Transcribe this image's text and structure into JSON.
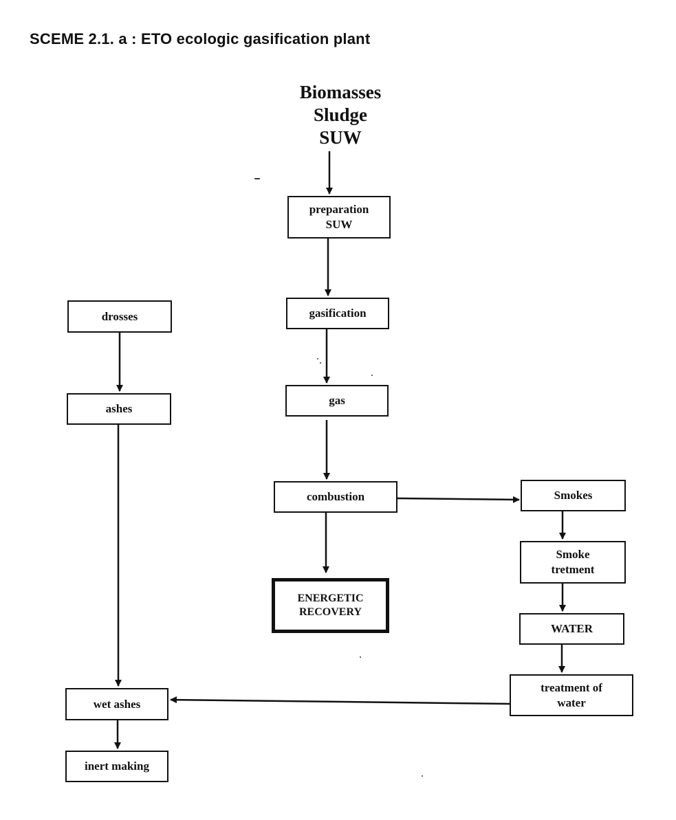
{
  "title": "SCEME 2.1. a : ETO ecologic gasification plant",
  "input": {
    "lines": [
      "Biomasses",
      "Sludge",
      "SUW"
    ]
  },
  "nodes": {
    "preparation": {
      "lines": [
        "preparation",
        "SUW"
      ]
    },
    "gasification": {
      "lines": [
        "gasification"
      ]
    },
    "gas": {
      "lines": [
        "gas"
      ]
    },
    "combustion": {
      "lines": [
        "combustion"
      ]
    },
    "energetic_recovery": {
      "lines": [
        "ENERGETIC",
        "RECOVERY"
      ]
    },
    "smokes": {
      "lines": [
        "Smokes"
      ]
    },
    "smoke_treatment": {
      "lines": [
        "Smoke",
        "tretment"
      ]
    },
    "water": {
      "lines": [
        "WATER"
      ]
    },
    "treatment_of_water": {
      "lines": [
        "treatment of",
        "water"
      ]
    },
    "drosses": {
      "lines": [
        "drosses"
      ]
    },
    "ashes": {
      "lines": [
        "ashes"
      ]
    },
    "wet_ashes": {
      "lines": [
        "wet ashes"
      ]
    },
    "inert_making": {
      "lines": [
        "inert making"
      ]
    }
  },
  "edges": [
    {
      "from": "input",
      "to": "preparation"
    },
    {
      "from": "preparation",
      "to": "gasification"
    },
    {
      "from": "gasification",
      "to": "gas"
    },
    {
      "from": "gas",
      "to": "combustion"
    },
    {
      "from": "combustion",
      "to": "energetic_recovery"
    },
    {
      "from": "combustion",
      "to": "smokes"
    },
    {
      "from": "smokes",
      "to": "smoke_treatment"
    },
    {
      "from": "smoke_treatment",
      "to": "water"
    },
    {
      "from": "water",
      "to": "treatment_of_water"
    },
    {
      "from": "treatment_of_water",
      "to": "wet_ashes"
    },
    {
      "from": "drosses",
      "to": "ashes"
    },
    {
      "from": "ashes",
      "to": "wet_ashes"
    },
    {
      "from": "wet_ashes",
      "to": "inert_making"
    }
  ]
}
